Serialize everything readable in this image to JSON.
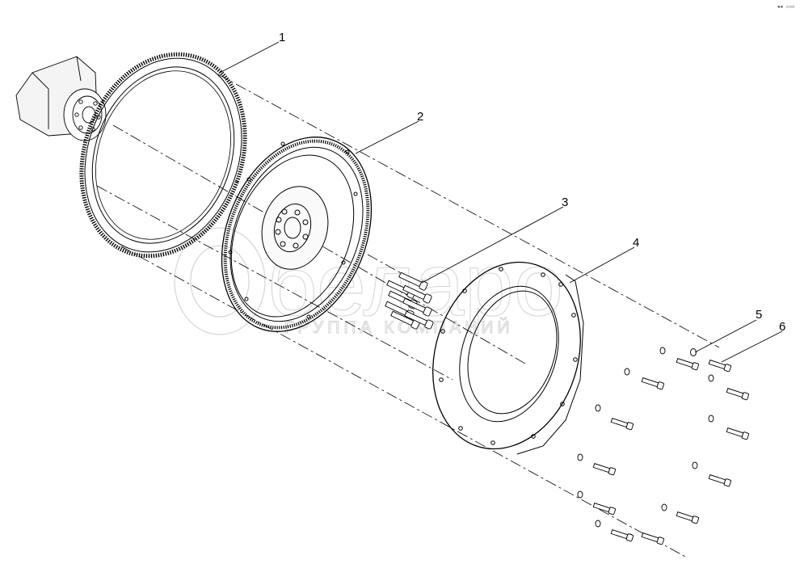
{
  "callouts": [
    {
      "id": "1",
      "label": "1"
    },
    {
      "id": "2",
      "label": "2"
    },
    {
      "id": "3",
      "label": "3"
    },
    {
      "id": "4",
      "label": "4"
    },
    {
      "id": "5",
      "label": "5"
    },
    {
      "id": "6",
      "label": "6"
    }
  ],
  "watermark": {
    "brand": "беларо",
    "tagline": "ГРУППА КОМПАНИЙ"
  },
  "corner_mark": "▪▪ ▫▫▫"
}
